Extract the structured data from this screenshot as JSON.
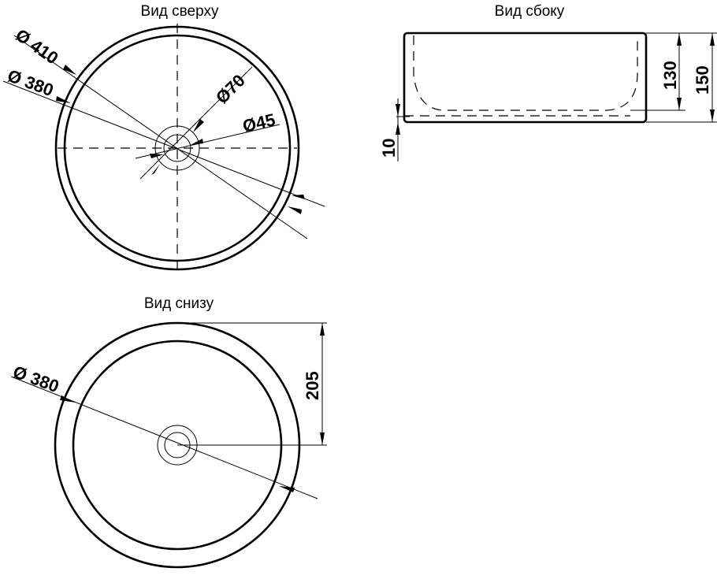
{
  "views": {
    "top": {
      "title": "Вид сверху",
      "dims": [
        "Ø 410",
        "Ø 380",
        "Ø70",
        "Ø45"
      ]
    },
    "side": {
      "title": "Вид сбоку",
      "dims": [
        "130",
        "150",
        "10"
      ]
    },
    "bottom": {
      "title": "Вид снизу",
      "dims": [
        "Ø 380",
        "205"
      ]
    }
  }
}
